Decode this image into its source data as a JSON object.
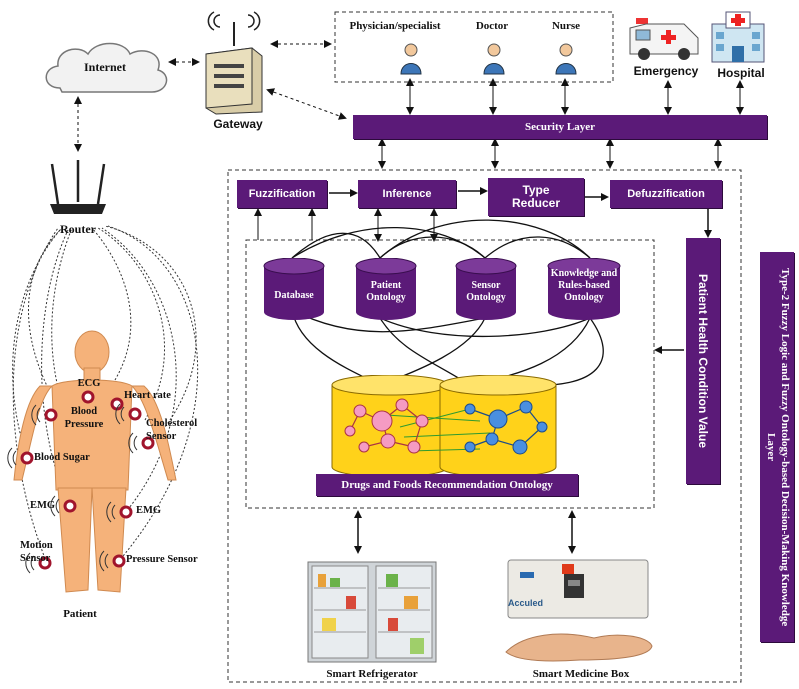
{
  "network": {
    "internet": "Internet",
    "gateway": "Gateway",
    "router": "Router"
  },
  "staff": {
    "physician": "Physician/specialist",
    "doctor": "Doctor",
    "nurse": "Nurse",
    "emergency": "Emergency",
    "hospital": "Hospital"
  },
  "security_layer": "Security Layer",
  "fuzzy": {
    "fuzzification": "Fuzzification",
    "inference": "Inference",
    "type_reducer": "Type Reducer",
    "defuzzification": "Defuzzification",
    "phcv": "Patient Health Condition Value",
    "side_label": "Type-2 Fuzzy Logic and Fuzzy Ontology-based Decision-Making Knowledge Layer"
  },
  "ontology": {
    "database": "Database",
    "patient": "Patient Ontology",
    "sensor": "Sensor Ontology",
    "knowledge": "Knowledge and Rules-based Ontology",
    "drugs": "Drugs and Foods Recommendation Ontology"
  },
  "sensors": {
    "ecg": "ECG",
    "heart_rate": "Heart rate",
    "blood_pressure": "Blood Pressure",
    "cholesterol": "Cholesterol Sensor",
    "blood_sugar": "Blood Sugar",
    "emg_left": "EMG",
    "emg_right": "EMG",
    "motion": "Motion Sensor",
    "pressure": "Pressure Sensor"
  },
  "patient_label": "Patient",
  "devices": {
    "fridge": "Smart Refrigerator",
    "medicine_box": "Smart Medicine Box",
    "box_brand": "Acculed"
  },
  "colors": {
    "purple": "#5b1a78",
    "skin": "#f5b27a",
    "cylinder_yellow": "#ffd21a",
    "node_pink": "#f59bc3",
    "node_blue": "#4a8fe0",
    "sensor_ring": "#a0142c"
  }
}
